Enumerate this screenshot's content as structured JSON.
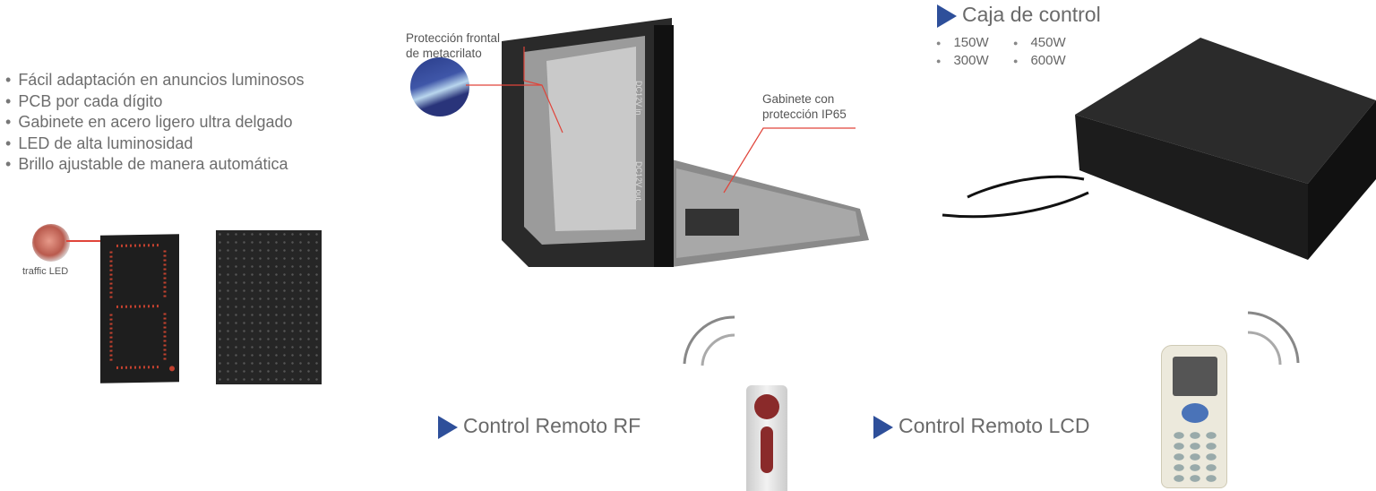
{
  "features": [
    "Fácil adaptación en anuncios luminosos",
    "PCB por cada dígito",
    "Gabinete en acero ligero ultra delgado",
    "LED de alta luminosidad",
    "Brillo ajustable de manera automática"
  ],
  "led_label": "traffic LED",
  "cabinet": {
    "front_label_1": "Protección frontal",
    "front_label_2": "de metacrilato",
    "ip_label_1": "Gabinete con",
    "ip_label_2": "protección IP65",
    "port_in": "DC12V in",
    "port_out": "DC12V out"
  },
  "control_box": {
    "title": "Caja de control",
    "watts": [
      "150W",
      "450W",
      "300W",
      "600W"
    ]
  },
  "rf_remote": {
    "title": "Control Remoto RF"
  },
  "lcd_remote": {
    "title": "Control Remoto LCD"
  },
  "colors": {
    "accent": "#2e4f9a",
    "text": "#6a6a6a",
    "line": "#e0443a"
  }
}
